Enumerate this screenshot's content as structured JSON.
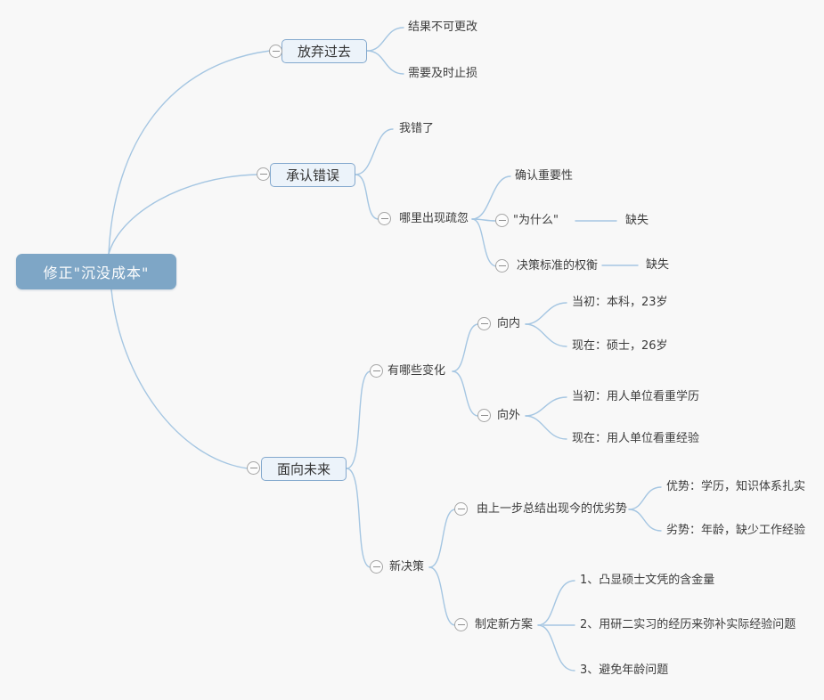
{
  "colors": {
    "bg": "#f8f8f8",
    "root_fill": "#7ea6c6",
    "topic_fill": "#ecf3fa",
    "topic_border": "#84a9ce",
    "line": "#a5c6e2"
  },
  "mindmap": {
    "root": {
      "label": "修正\"沉没成本\""
    },
    "branches": [
      {
        "label": "放弃过去",
        "children": [
          {
            "label": "结果不可更改"
          },
          {
            "label": "需要及时止损"
          }
        ]
      },
      {
        "label": "承认错误",
        "children": [
          {
            "label": "我错了"
          },
          {
            "label": "哪里出现疏忽",
            "children": [
              {
                "label": "确认重要性"
              },
              {
                "label": "\"为什么\"",
                "children": [
                  {
                    "label": "缺失"
                  }
                ]
              },
              {
                "label": "决策标准的权衡",
                "children": [
                  {
                    "label": "缺失"
                  }
                ]
              }
            ]
          }
        ]
      },
      {
        "label": "面向未来",
        "children": [
          {
            "label": "有哪些变化",
            "children": [
              {
                "label": "向内",
                "children": [
                  {
                    "label": "当初：本科，23岁"
                  },
                  {
                    "label": "现在：硕士，26岁"
                  }
                ]
              },
              {
                "label": "向外",
                "children": [
                  {
                    "label": "当初：用人单位看重学历"
                  },
                  {
                    "label": "现在：用人单位看重经验"
                  }
                ]
              }
            ]
          },
          {
            "label": "新决策",
            "children": [
              {
                "label": "由上一步总结出现今的优劣势",
                "children": [
                  {
                    "label": "优势：学历，知识体系扎实"
                  },
                  {
                    "label": "劣势：年龄，缺少工作经验"
                  }
                ]
              },
              {
                "label": "制定新方案",
                "children": [
                  {
                    "label": "1、凸显硕士文凭的含金量"
                  },
                  {
                    "label": "2、用研二实习的经历来弥补实际经验问题"
                  },
                  {
                    "label": "3、避免年龄问题"
                  }
                ]
              }
            ]
          }
        ]
      }
    ]
  }
}
